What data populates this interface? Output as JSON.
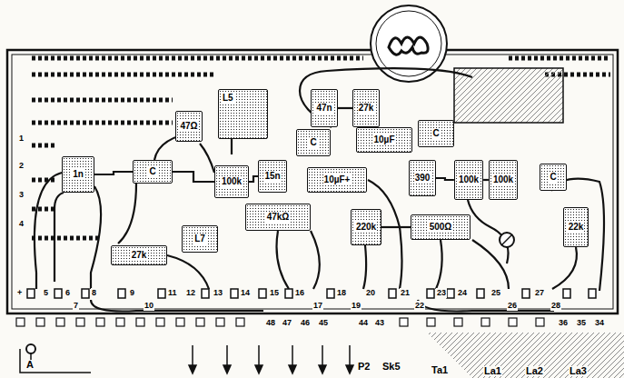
{
  "diagram": {
    "nodes": [
      {
        "text": [
          "L5"
        ]
      },
      {
        "text": [
          "47n"
        ]
      },
      {
        "text": [
          "27k"
        ]
      },
      {
        "text": [
          "47Ω"
        ]
      },
      {
        "text": [
          "C"
        ]
      },
      {
        "text": [
          "10µF"
        ]
      },
      {
        "text": [
          "C"
        ]
      },
      {
        "text": [
          "1n"
        ]
      },
      {
        "text": [
          "C"
        ]
      },
      {
        "text": [
          "100k"
        ]
      },
      {
        "text": [
          "15n"
        ]
      },
      {
        "text": [
          "10µF+"
        ]
      },
      {
        "text": [
          "390"
        ]
      },
      {
        "text": [
          "100k"
        ]
      },
      {
        "text": [
          "100k"
        ]
      },
      {
        "text": [
          "C"
        ]
      },
      {
        "text": [
          "47kΩ"
        ]
      },
      {
        "text": [
          "220k"
        ]
      },
      {
        "text": [
          "500Ω"
        ]
      },
      {
        "text": [
          "22k"
        ]
      },
      {
        "text": [
          "L7"
        ]
      },
      {
        "text": [
          "27k"
        ]
      }
    ],
    "edges": [
      {
        "from": 7,
        "to": 8,
        "arrow": "none"
      },
      {
        "from": 8,
        "to": 9,
        "arrow": "none"
      },
      {
        "from": 9,
        "to": 10,
        "arrow": "none"
      },
      {
        "from": 1,
        "to": 2,
        "arrow": "none"
      },
      {
        "from": 12,
        "to": 13,
        "arrow": "none"
      },
      {
        "from": 13,
        "to": 14,
        "arrow": "none"
      },
      {
        "from": 17,
        "to": 18,
        "arrow": "none"
      }
    ],
    "labels": [
      "1",
      "2",
      "3",
      "4",
      "+",
      "5",
      "6",
      "7",
      "8",
      "9",
      "10",
      "11",
      "12",
      "13",
      "14",
      "15",
      "16",
      "17",
      "18",
      "19",
      "20",
      "21",
      "22",
      "23",
      "24",
      "25",
      "26",
      "27",
      "28",
      "48",
      "47",
      "46",
      "45",
      "44",
      "43",
      "36",
      "35",
      "34",
      "A",
      "P2",
      "Sk5",
      "Ta1",
      "La1",
      "La2",
      "La3"
    ]
  }
}
